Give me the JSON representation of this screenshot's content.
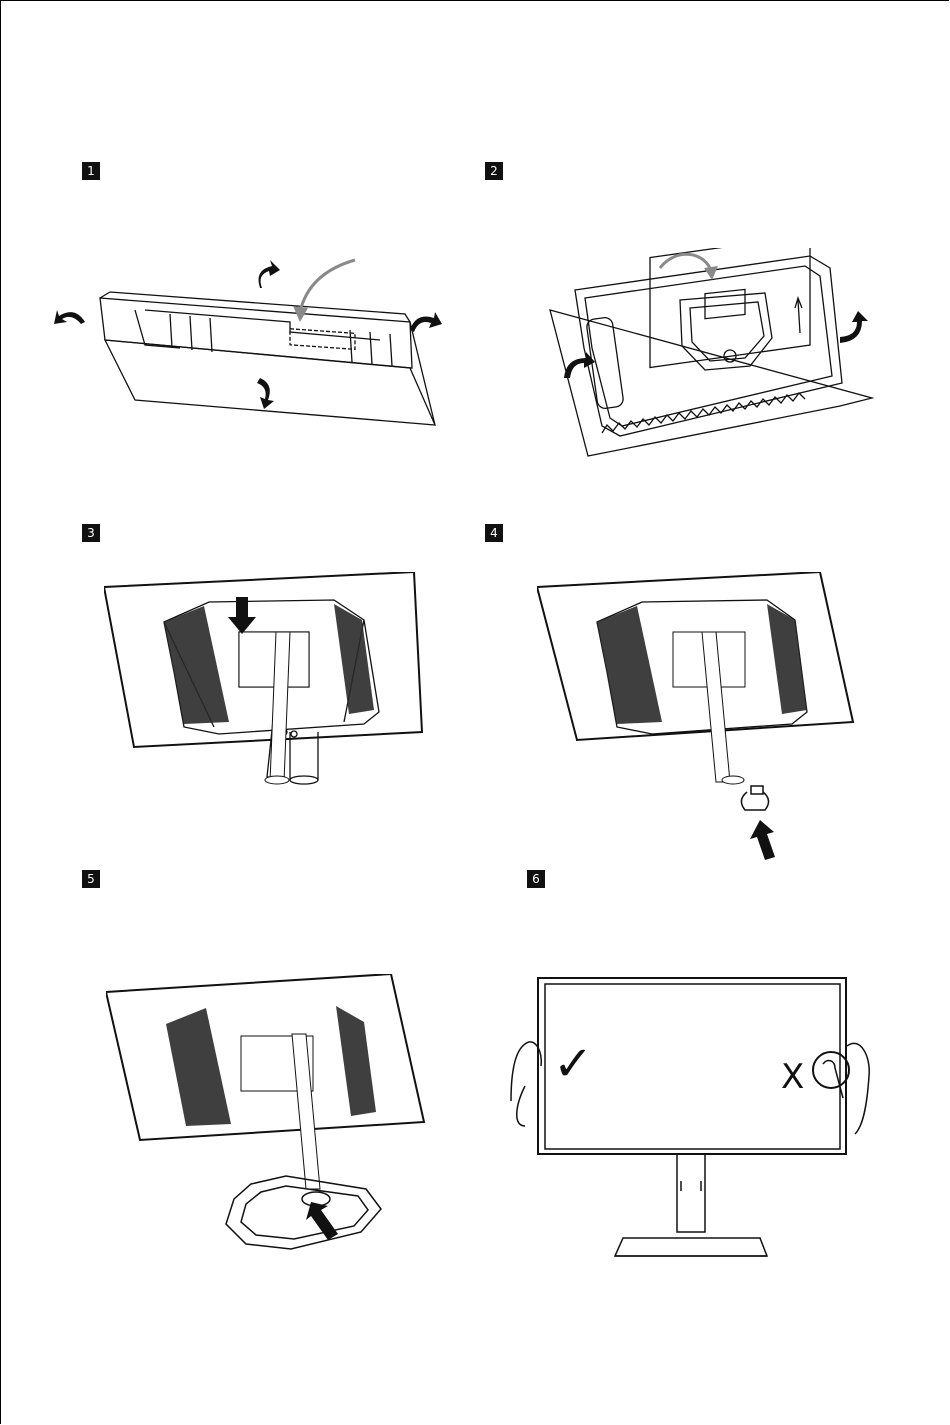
{
  "steps": [
    {
      "number": "1",
      "illustration": "open-box-lid"
    },
    {
      "number": "2",
      "illustration": "remove-foam-insert"
    },
    {
      "number": "3",
      "illustration": "attach-stand-neck"
    },
    {
      "number": "4",
      "illustration": "insert-clip"
    },
    {
      "number": "5",
      "illustration": "attach-base"
    },
    {
      "number": "6",
      "illustration": "handle-monitor-by-edges"
    }
  ],
  "marks": {
    "correct": "✓",
    "wrong": "X"
  },
  "colors": {
    "line": "#111111",
    "grey_arrow": "#8a8a8a"
  }
}
